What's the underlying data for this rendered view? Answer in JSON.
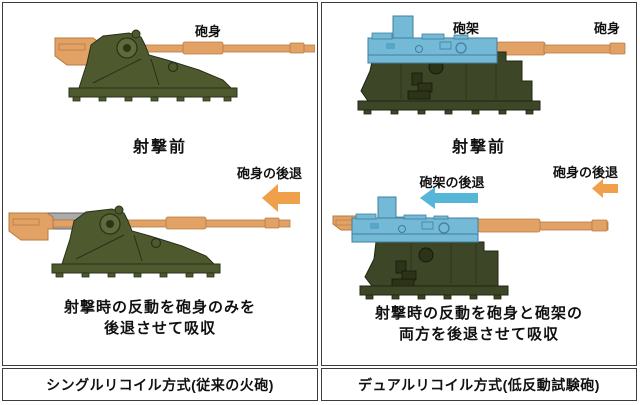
{
  "panels": [
    {
      "caption": "シングルリコイル方式(従来の火砲)",
      "before": {
        "barrel_label": "砲身",
        "state_label": "射撃前"
      },
      "after": {
        "barrel_recoil_label": "砲身の後退",
        "description_line1": "射撃時の反動を砲身のみを",
        "description_line2": "後退させて吸収"
      }
    },
    {
      "caption": "デュアルリコイル方式(低反動試験砲)",
      "before": {
        "carriage_label": "砲架",
        "barrel_label": "砲身",
        "state_label": "射撃前"
      },
      "after": {
        "carriage_recoil_label": "砲架の後退",
        "barrel_recoil_label": "砲身の後退",
        "description_line1": "射撃時の反動を砲身と砲架の",
        "description_line2": "両方を後退させて吸収"
      }
    }
  ],
  "icons": {
    "barrel_recoil_arrow": "left-arrow-orange",
    "carriage_recoil_arrow": "left-arrow-blue"
  },
  "colors": {
    "barrel_orange": "#e2a266",
    "barrel_orange_stroke": "#b57b3e",
    "arrow_orange": "#f0a04b",
    "carriage_olive": "#4e5a2e",
    "olive_stroke": "#28301a",
    "hull_dark_olive": "#3d4627",
    "hull_stroke": "#1f2513",
    "carriage_blue": "#74b9d6",
    "blue_stroke": "#3f7f9e",
    "arrow_blue": "#55b6d8",
    "recoil_cylinder_gray": "#ababab",
    "panel_border": "#3c3c3c"
  }
}
